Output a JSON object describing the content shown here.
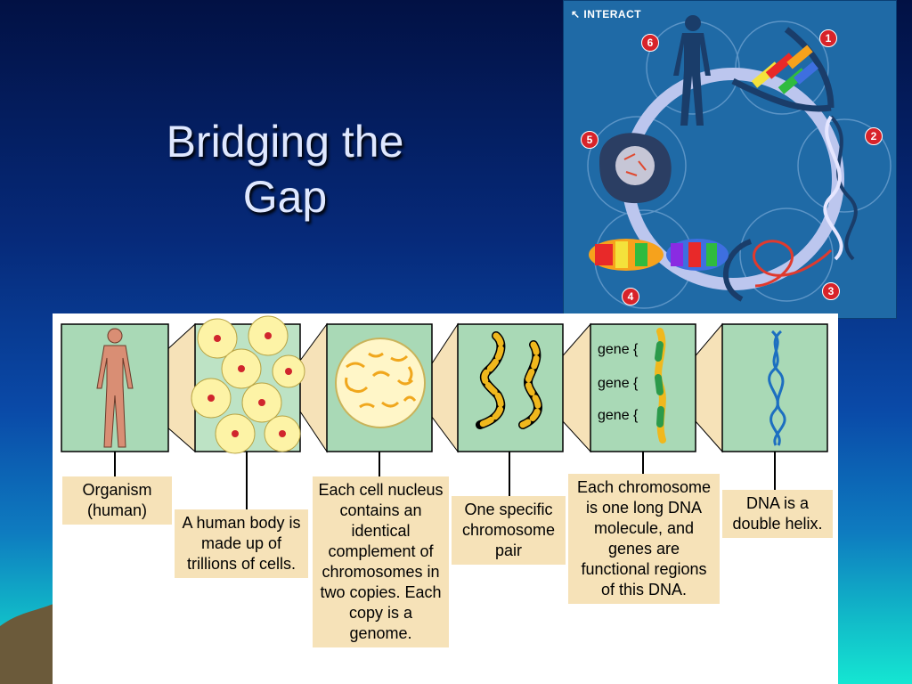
{
  "slide": {
    "title_line1": "Bridging the",
    "title_line2": "Gap"
  },
  "interact": {
    "label": "INTERACT",
    "steps": [
      "1",
      "2",
      "3",
      "4",
      "5",
      "6"
    ]
  },
  "figure": {
    "gene_label": "gene {",
    "captions": [
      "Organism (human)",
      "A human body is made up of trillions of cells.",
      "Each cell nucleus contains an identical complement of chromosomes in two copies. Each copy is a genome.",
      "One specific chromosome pair",
      "Each chromosome is one long DNA molecule, and genes are functional regions of this DNA.",
      "DNA is a double helix."
    ]
  },
  "colors": {
    "panel_green": "#a9d9b6",
    "caption_tan": "#f6e2b8",
    "cell_yellow": "#fdf3a6",
    "nucleus_red": "#d0252d",
    "dna_blue": "#1d6fc0"
  }
}
